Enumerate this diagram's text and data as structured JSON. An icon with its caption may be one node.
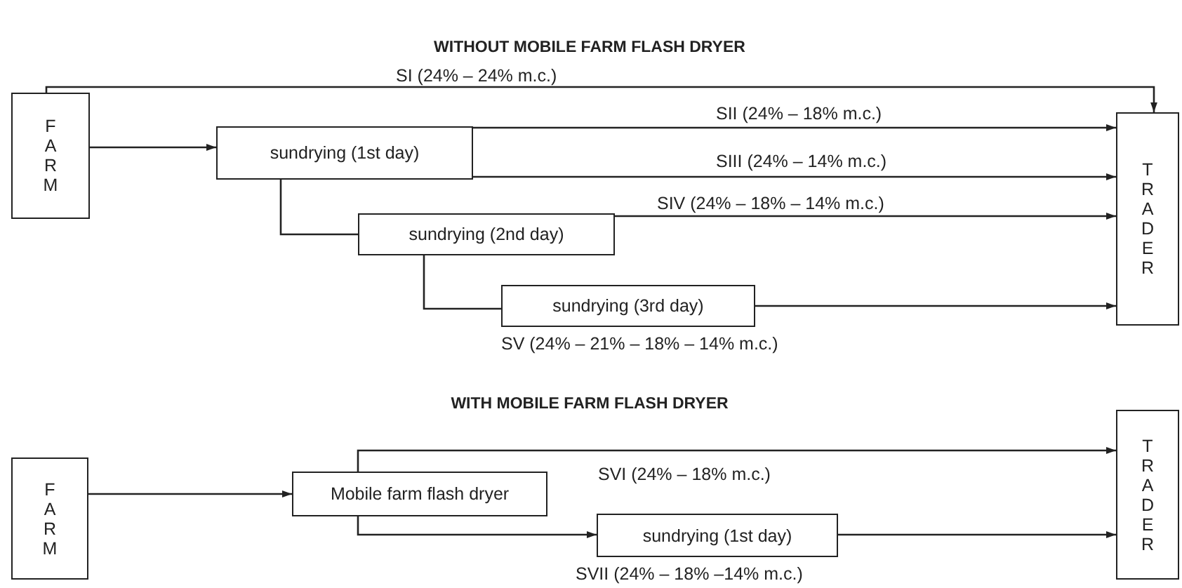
{
  "diagram": {
    "nodes": [
      {
        "text": [
          "FARM"
        ]
      },
      {
        "text": [
          "sundrying (1st day)"
        ]
      },
      {
        "text": [
          "sundrying (2nd day)"
        ]
      },
      {
        "text": [
          "sundrying (3rd day)"
        ]
      },
      {
        "text": [
          "TRADER"
        ]
      },
      {
        "text": [
          "FARM"
        ]
      },
      {
        "text": [
          "Mobile farm flash dryer"
        ]
      },
      {
        "text": [
          "sundrying (1st day)"
        ]
      },
      {
        "text": [
          "TRADER"
        ]
      }
    ],
    "edges": [
      {
        "from": 0,
        "to": 4,
        "arrow": "to",
        "label": "SI (24% – 24% m.c.)"
      },
      {
        "from": 0,
        "to": 1,
        "arrow": "to"
      },
      {
        "from": 1,
        "to": 4,
        "arrow": "to",
        "label": "SII (24% – 18% m.c.)"
      },
      {
        "from": 1,
        "to": 4,
        "arrow": "to",
        "label": "SIII (24% – 14% m.c.)"
      },
      {
        "from": 1,
        "to": 2,
        "arrow": "none"
      },
      {
        "from": 2,
        "to": 4,
        "arrow": "to",
        "label": "SIV (24% – 18% – 14% m.c.)"
      },
      {
        "from": 2,
        "to": 3,
        "arrow": "none"
      },
      {
        "from": 3,
        "to": 4,
        "arrow": "to",
        "label": "SV (24% – 21% – 18% – 14% m.c.)"
      },
      {
        "from": 5,
        "to": 6,
        "arrow": "to"
      },
      {
        "from": 6,
        "to": 8,
        "arrow": "to",
        "label": "SVI (24% – 18% m.c.)"
      },
      {
        "from": 6,
        "to": 7,
        "arrow": "to"
      },
      {
        "from": 7,
        "to": 8,
        "arrow": "to",
        "label": "SVII (24% – 18% –14% m.c.)"
      }
    ],
    "labels": [
      "WITHOUT MOBILE FARM FLASH DRYER",
      "WITH MOBILE FARM FLASH DRYER"
    ]
  }
}
